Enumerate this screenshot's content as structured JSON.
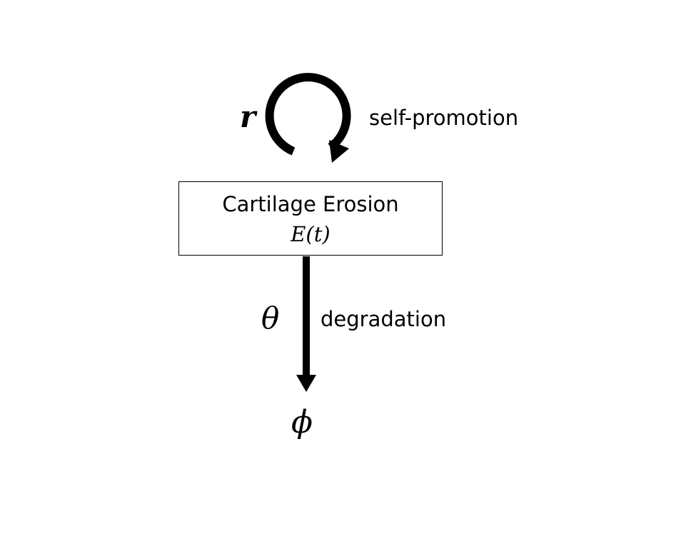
{
  "node": {
    "title": "Cartilage Erosion",
    "variable": "E(t)"
  },
  "self_loop": {
    "symbol": "r",
    "label": "self-promotion"
  },
  "outflow": {
    "symbol": "θ",
    "label": "degradation",
    "target_symbol": "ϕ"
  },
  "colors": {
    "stroke": "#000000",
    "background": "#ffffff"
  }
}
